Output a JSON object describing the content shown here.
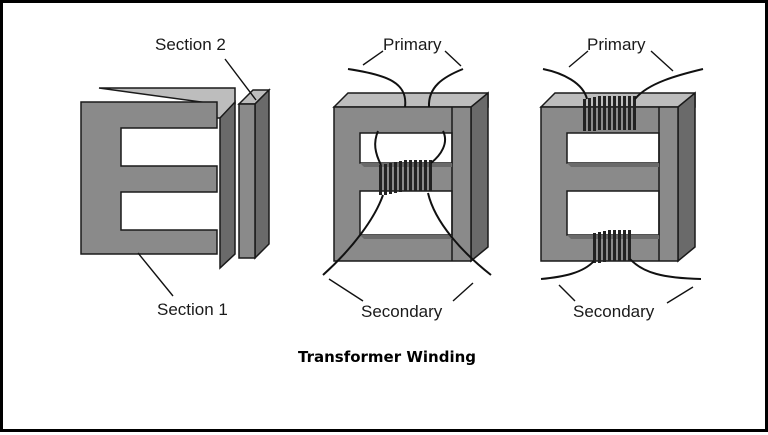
{
  "labels": {
    "section_1": "Section 1",
    "section_2": "Section 2",
    "primary_left": "Primary",
    "primary_right": "Primary",
    "secondary_left": "Secondary",
    "secondary_right": "Secondary"
  },
  "caption": "Transformer Winding",
  "colors": {
    "core_front": "#8a8a8a",
    "core_top": "#bdbdbd",
    "core_side": "#6a6a6a",
    "outline": "#1a1a1a",
    "coil": "#222222"
  }
}
